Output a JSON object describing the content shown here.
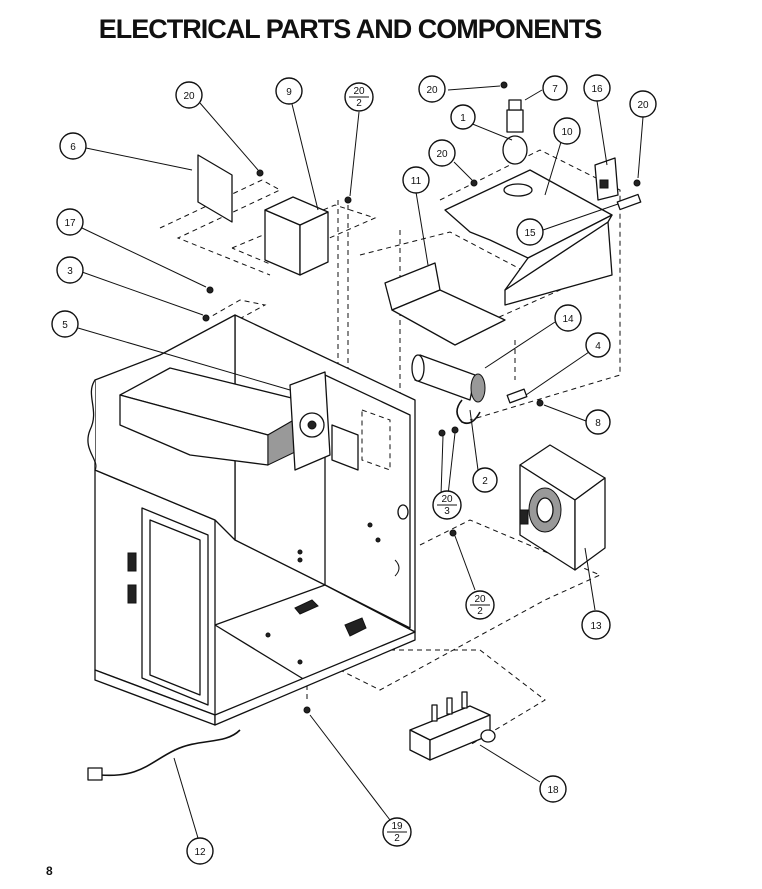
{
  "title": "ELECTRICAL PARTS AND COMPONENTS",
  "page_number": "8",
  "callouts": [
    {
      "label": "20"
    },
    {
      "label": "9"
    },
    {
      "label": "20",
      "sub": "2"
    },
    {
      "label": "20"
    },
    {
      "label": "7"
    },
    {
      "label": "16"
    },
    {
      "label": "20"
    },
    {
      "label": "6"
    },
    {
      "label": "1"
    },
    {
      "label": "10"
    },
    {
      "label": "20"
    },
    {
      "label": "11"
    },
    {
      "label": "17"
    },
    {
      "label": "15"
    },
    {
      "label": "3"
    },
    {
      "label": "5"
    },
    {
      "label": "14"
    },
    {
      "label": "4"
    },
    {
      "label": "8"
    },
    {
      "label": "20",
      "sub": "3"
    },
    {
      "label": "2"
    },
    {
      "label": "20",
      "sub": "2"
    },
    {
      "label": "13"
    },
    {
      "label": "18"
    },
    {
      "label": "19",
      "sub": "2"
    },
    {
      "label": "12"
    }
  ]
}
